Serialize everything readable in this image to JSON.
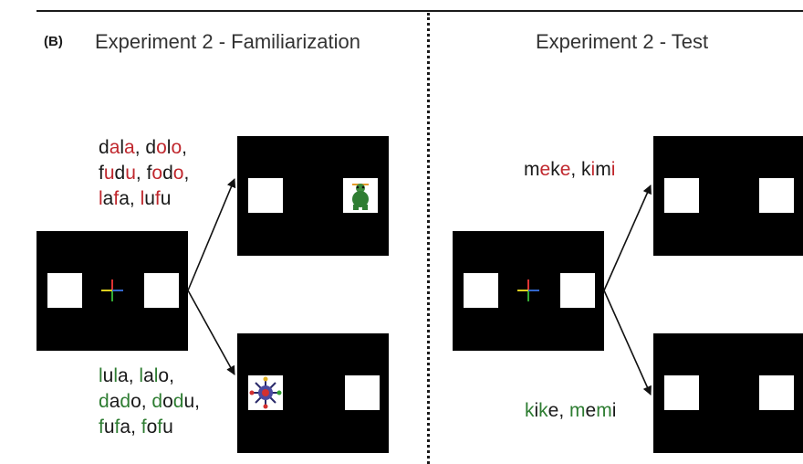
{
  "panel_label": "(B)",
  "left": {
    "title": "Experiment 2 - Familiarization",
    "top_words": [
      [
        {
          "t": "d",
          "c": "dark"
        },
        {
          "t": "a",
          "c": "red"
        },
        {
          "t": "l",
          "c": "dark"
        },
        {
          "t": "a",
          "c": "red"
        },
        {
          "t": ", ",
          "c": "dark"
        },
        {
          "t": "d",
          "c": "dark"
        },
        {
          "t": "o",
          "c": "red"
        },
        {
          "t": "l",
          "c": "dark"
        },
        {
          "t": "o",
          "c": "red"
        },
        {
          "t": ",",
          "c": "dark"
        }
      ],
      [
        {
          "t": "f",
          "c": "dark"
        },
        {
          "t": "u",
          "c": "red"
        },
        {
          "t": "d",
          "c": "dark"
        },
        {
          "t": "u",
          "c": "red"
        },
        {
          "t": ", ",
          "c": "dark"
        },
        {
          "t": "f",
          "c": "dark"
        },
        {
          "t": "o",
          "c": "red"
        },
        {
          "t": "d",
          "c": "dark"
        },
        {
          "t": "o",
          "c": "red"
        },
        {
          "t": ",",
          "c": "dark"
        }
      ],
      [
        {
          "t": "l",
          "c": "red"
        },
        {
          "t": "a",
          "c": "dark"
        },
        {
          "t": "f",
          "c": "red"
        },
        {
          "t": "a",
          "c": "dark"
        },
        {
          "t": ", ",
          "c": "dark"
        },
        {
          "t": "l",
          "c": "red"
        },
        {
          "t": "u",
          "c": "dark"
        },
        {
          "t": "f",
          "c": "red"
        },
        {
          "t": "u",
          "c": "dark"
        }
      ]
    ],
    "bottom_words": [
      [
        {
          "t": "l",
          "c": "green"
        },
        {
          "t": "u",
          "c": "dark"
        },
        {
          "t": "l",
          "c": "green"
        },
        {
          "t": "a",
          "c": "dark"
        },
        {
          "t": ", ",
          "c": "dark"
        },
        {
          "t": "l",
          "c": "green"
        },
        {
          "t": "a",
          "c": "dark"
        },
        {
          "t": "l",
          "c": "green"
        },
        {
          "t": "o",
          "c": "dark"
        },
        {
          "t": ",",
          "c": "dark"
        }
      ],
      [
        {
          "t": "d",
          "c": "green"
        },
        {
          "t": "a",
          "c": "dark"
        },
        {
          "t": "d",
          "c": "green"
        },
        {
          "t": "o",
          "c": "dark"
        },
        {
          "t": ", ",
          "c": "dark"
        },
        {
          "t": "d",
          "c": "green"
        },
        {
          "t": "o",
          "c": "dark"
        },
        {
          "t": "d",
          "c": "green"
        },
        {
          "t": "u",
          "c": "dark"
        },
        {
          "t": ",",
          "c": "dark"
        }
      ],
      [
        {
          "t": "f",
          "c": "green"
        },
        {
          "t": "u",
          "c": "dark"
        },
        {
          "t": "f",
          "c": "green"
        },
        {
          "t": "a",
          "c": "dark"
        },
        {
          "t": ", ",
          "c": "dark"
        },
        {
          "t": "f",
          "c": "green"
        },
        {
          "t": "o",
          "c": "dark"
        },
        {
          "t": "f",
          "c": "green"
        },
        {
          "t": "u",
          "c": "dark"
        }
      ]
    ]
  },
  "right": {
    "title": "Experiment 2 - Test",
    "top_words": [
      [
        {
          "t": "m",
          "c": "dark"
        },
        {
          "t": "e",
          "c": "red"
        },
        {
          "t": "k",
          "c": "dark"
        },
        {
          "t": "e",
          "c": "red"
        },
        {
          "t": ", ",
          "c": "dark"
        },
        {
          "t": "k",
          "c": "dark"
        },
        {
          "t": "i",
          "c": "red"
        },
        {
          "t": "m",
          "c": "dark"
        },
        {
          "t": "i",
          "c": "red"
        }
      ]
    ],
    "bottom_words": [
      [
        {
          "t": "k",
          "c": "green"
        },
        {
          "t": "i",
          "c": "dark"
        },
        {
          "t": "k",
          "c": "green"
        },
        {
          "t": "e",
          "c": "dark"
        },
        {
          "t": ", ",
          "c": "dark"
        },
        {
          "t": "m",
          "c": "green"
        },
        {
          "t": "e",
          "c": "dark"
        },
        {
          "t": "m",
          "c": "green"
        },
        {
          "t": "i",
          "c": "dark"
        }
      ]
    ]
  },
  "colors": {
    "dark": "#1a1a1a",
    "red": "#c0272d",
    "green": "#2e7d32"
  },
  "icons": [
    "fixation-cross-icon",
    "green-toy-figure-icon",
    "spiky-toy-figure-icon"
  ]
}
